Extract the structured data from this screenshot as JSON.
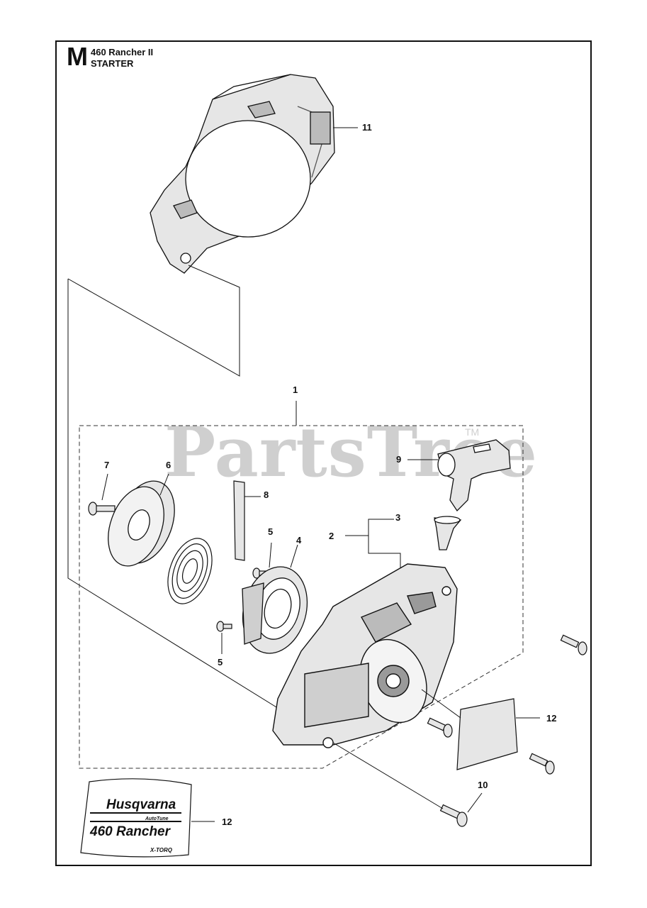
{
  "header": {
    "letter": "M",
    "model": "460 Rancher II",
    "section": "STARTER"
  },
  "watermark": {
    "text": "PartsTree",
    "tm": "TM"
  },
  "callouts": {
    "c1": "1",
    "c2": "2",
    "c3": "3",
    "c4": "4",
    "c5a": "5",
    "c5b": "5",
    "c6": "6",
    "c7": "7",
    "c8": "8",
    "c9": "9",
    "c10": "10",
    "c11": "11",
    "c12a": "12",
    "c12b": "12"
  },
  "decal": {
    "brand": "Husqvarna",
    "subline": "AutoTune",
    "model": "460 Rancher",
    "tag": "X-TORQ"
  },
  "colors": {
    "line": "#111111",
    "part_fill": "#e6e6e6",
    "shade": "#9a9a9a",
    "watermark": "#cfcfcf"
  }
}
